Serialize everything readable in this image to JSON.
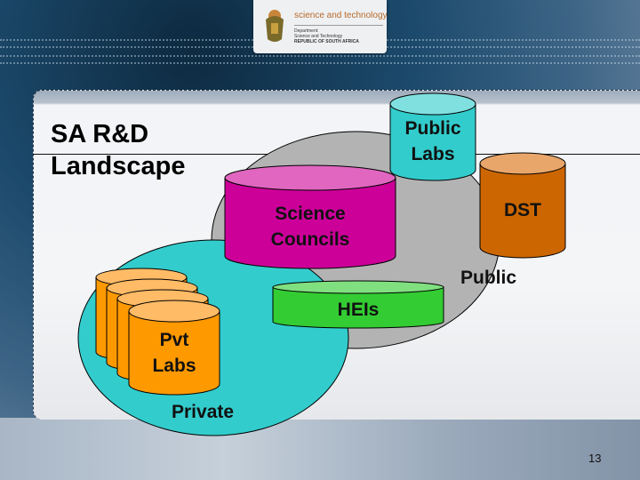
{
  "header": {
    "logo": {
      "title": "science and technology",
      "line1": "Department:",
      "line2": "Science and Technology",
      "line3": "REPUBLIC OF SOUTH AFRICA"
    }
  },
  "slide": {
    "title_line1": "SA R&D",
    "title_line2": "Landscape",
    "page_number": "13"
  },
  "diagram": {
    "sectors": [
      {
        "name": "Public",
        "color": "#b3b3b3"
      },
      {
        "name": "Private",
        "color": "#33cccc"
      }
    ],
    "cylinders": [
      {
        "line1": "Public",
        "line2": "Labs",
        "color": "#33cccc"
      },
      {
        "line1": "Science",
        "line2": "Councils",
        "color": "#cc0099"
      },
      {
        "line1": "DST",
        "color": "#cc6600"
      },
      {
        "line1": "HEIs",
        "color": "#33cc33"
      },
      {
        "line1": "Pvt",
        "line2": "Labs",
        "color": "#ff9900"
      }
    ]
  }
}
